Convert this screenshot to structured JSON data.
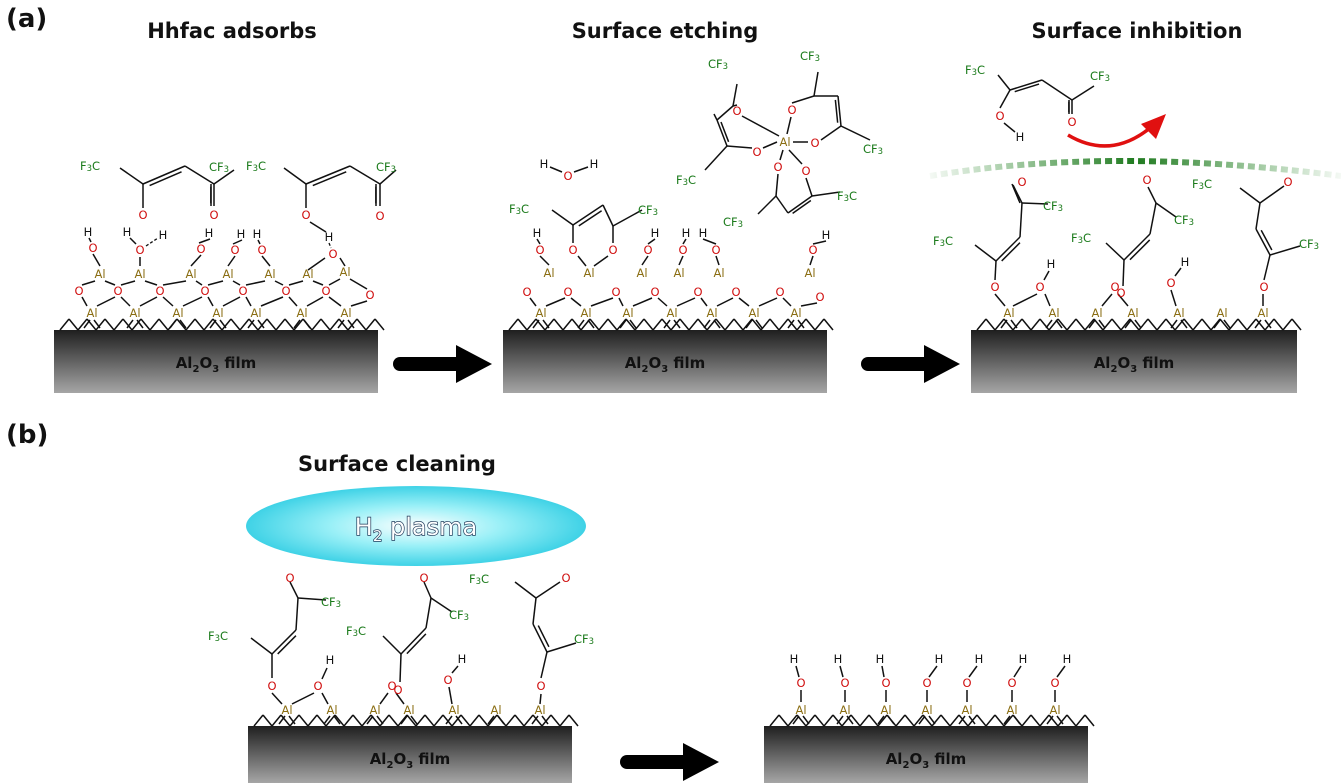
{
  "panel_a": {
    "label": "(a)",
    "titles": [
      "Hhfac adsorbs",
      "Surface etching",
      "Surface inhibition"
    ]
  },
  "panel_b": {
    "label": "(b)",
    "title": "Surface cleaning",
    "plasma": {
      "text": "H",
      "sub": "2",
      "rest": " plasma"
    }
  },
  "film": {
    "pre": "Al",
    "sub1": "2",
    "mid": "O",
    "sub2": "3",
    "post": " film"
  },
  "atoms": {
    "O": "O",
    "H": "H",
    "Al": "Al",
    "CF3": "CF",
    "F3C": "F",
    "three": "3",
    "C": "C"
  },
  "colors": {
    "oxygen": "#d01010",
    "aluminum": "#8a6d12",
    "fluorocarbon": "#1a7a1a",
    "arrow_desorb": "#e01010",
    "inhibition_barrier": "#2e8b2e",
    "plasma": "#4fd8e8"
  }
}
